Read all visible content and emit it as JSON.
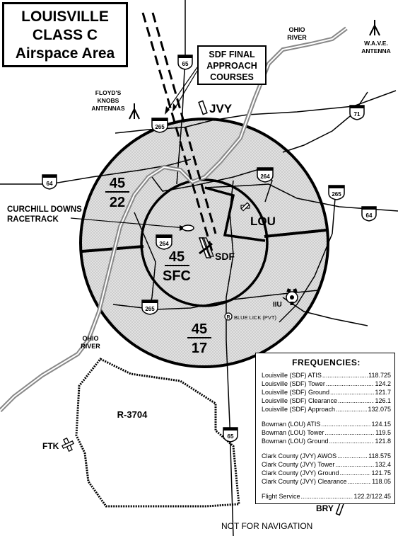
{
  "title": [
    "LOUISVILLE",
    "CLASS C",
    "Airspace Area"
  ],
  "callout": [
    "SDF FINAL",
    "APPROACH",
    "COURSES"
  ],
  "labels": {
    "ohio_river_top": [
      "OHIO",
      "RIVER"
    ],
    "ohio_river_left": [
      "OHIO",
      "RIVER"
    ],
    "wave_antenna": [
      "W.A.V.E.",
      "ANTENNA"
    ],
    "floyds_knobs": [
      "FLOYD'S",
      "KNOBS",
      "ANTENNAS"
    ],
    "jvy": "JVY",
    "lou": "LOU",
    "sdf": "SDF",
    "iiu": "IIU",
    "fkt": "FTK",
    "bry": "BRY",
    "blue_lick": "BLUE LICK (PVT)",
    "churchill": [
      "CURCHILL DOWNS",
      "RACETRACK"
    ],
    "restricted": "R-3704",
    "not_for_nav": "NOT FOR NAVIGATION"
  },
  "shelves": {
    "nw": {
      "top": "45",
      "bottom": "22"
    },
    "center": {
      "top": "45",
      "bottom": "SFC"
    },
    "south": {
      "top": "45",
      "bottom": "17"
    }
  },
  "highways": [
    "65",
    "265",
    "71",
    "64",
    "264",
    "265",
    "64",
    "264",
    "265",
    "65"
  ],
  "frequencies": {
    "title": "FREQUENCIES:",
    "groups": [
      [
        {
          "name": "Louisville (SDF) ATIS",
          "value": "118.725"
        },
        {
          "name": "Louisville (SDF) Tower",
          "value": "124.2"
        },
        {
          "name": "Louisville (SDF) Ground",
          "value": "121.7"
        },
        {
          "name": "Louisville (SDF) Clearance",
          "value": "126.1"
        },
        {
          "name": "Louisville (SDF) Approach",
          "value": "132.075"
        }
      ],
      [
        {
          "name": "Bowman (LOU) ATIS",
          "value": "124.15"
        },
        {
          "name": "Bowman (LOU) Tower",
          "value": "119.5"
        },
        {
          "name": "Bowman (LOU) Ground",
          "value": "121.8"
        }
      ],
      [
        {
          "name": "Clark County (JVY) AWOS",
          "value": "118.575"
        },
        {
          "name": "Clark County (JVY) Tower",
          "value": "132.4"
        },
        {
          "name": "Clark County (JVY) Ground",
          "value": "121.75"
        },
        {
          "name": "Clark County (JVY) Clearance",
          "value": "118.05"
        }
      ],
      [
        {
          "name": "Flight Service",
          "value": "122.2/122.45"
        }
      ]
    ]
  }
}
